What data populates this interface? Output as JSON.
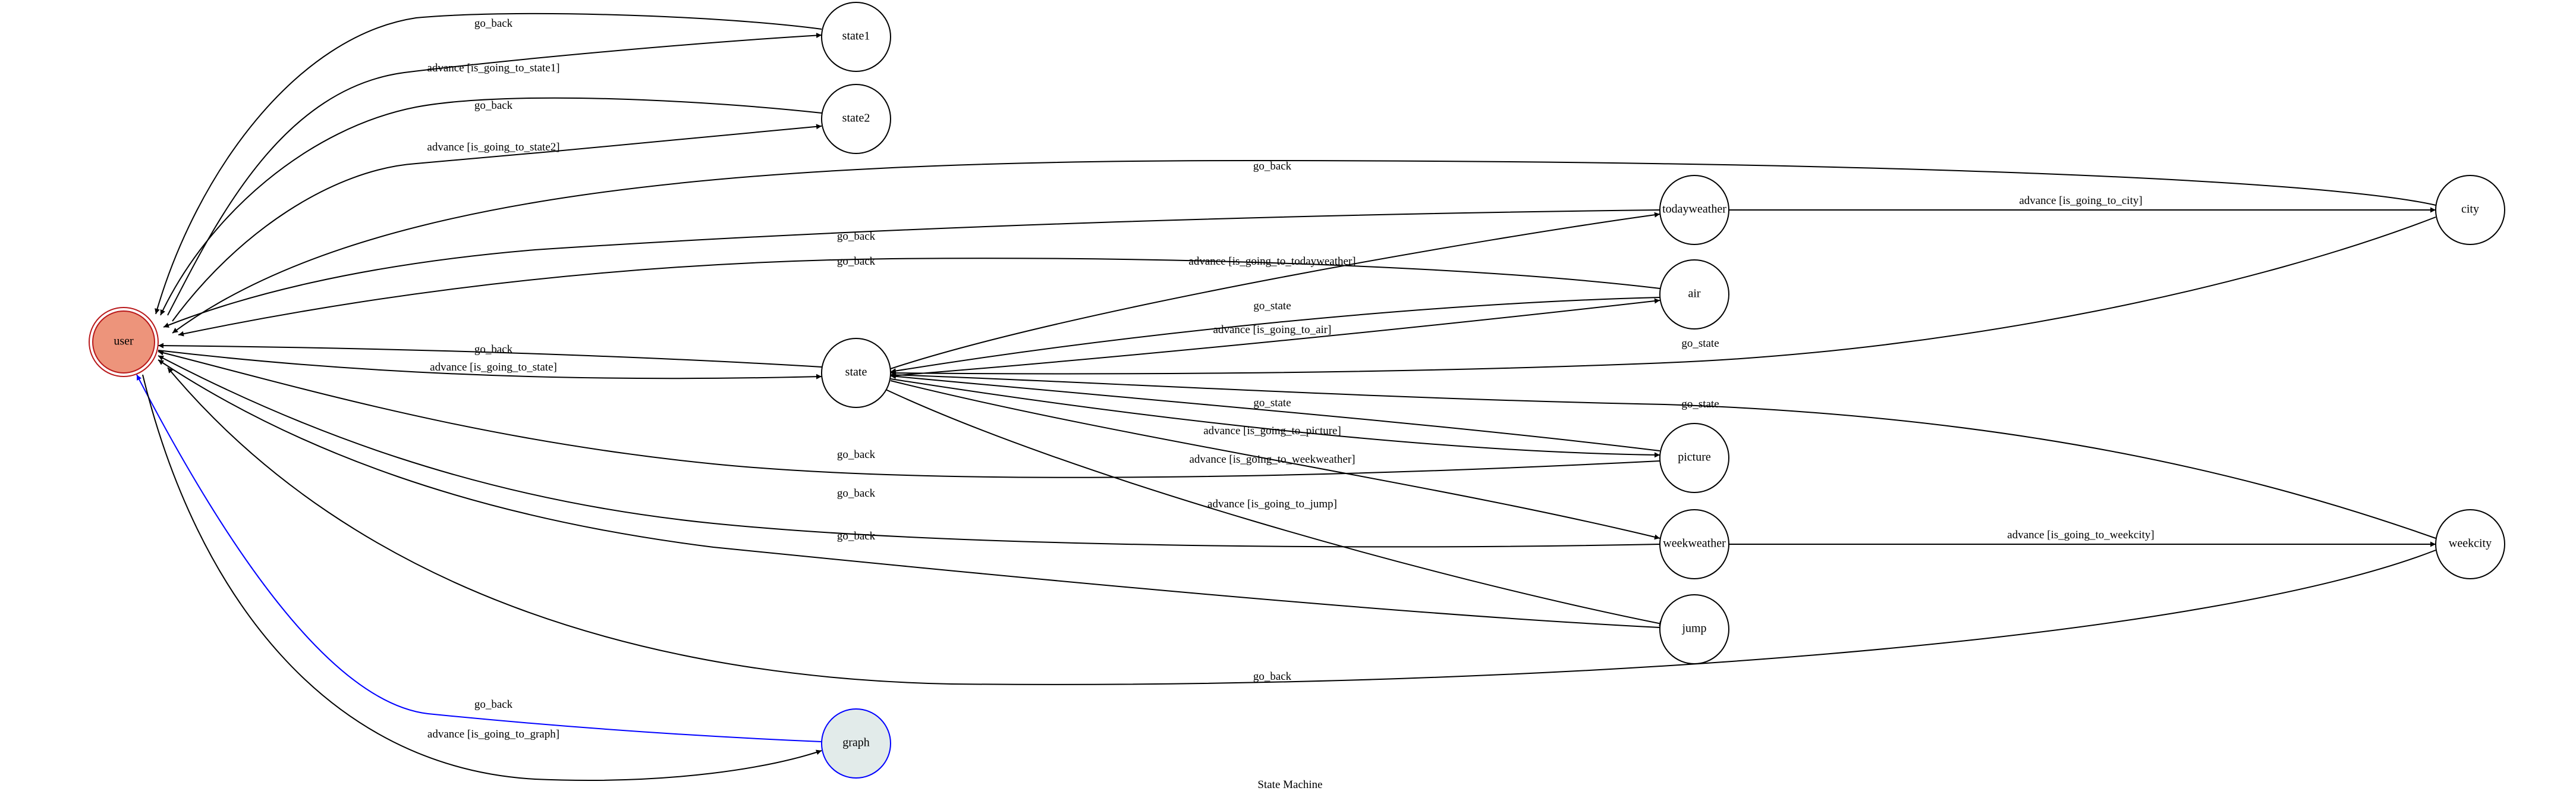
{
  "title": "State Machine",
  "colors": {
    "edge_default": "#000000",
    "edge_highlight": "#0000ff",
    "node_stroke": "#000000",
    "active_fill": "#ed947b",
    "active_stroke": "#b8191b",
    "graph_fill": "#e2ebea",
    "graph_stroke": "#0000ff",
    "background": "#ffffff"
  },
  "nodes": [
    {
      "id": "user",
      "label": "user",
      "style": "active"
    },
    {
      "id": "state1",
      "label": "state1",
      "style": "normal"
    },
    {
      "id": "state2",
      "label": "state2",
      "style": "normal"
    },
    {
      "id": "state",
      "label": "state",
      "style": "normal"
    },
    {
      "id": "graph",
      "label": "graph",
      "style": "graph"
    },
    {
      "id": "todayweather",
      "label": "todayweather",
      "style": "normal"
    },
    {
      "id": "air",
      "label": "air",
      "style": "normal"
    },
    {
      "id": "picture",
      "label": "picture",
      "style": "normal"
    },
    {
      "id": "weekweather",
      "label": "weekweather",
      "style": "normal"
    },
    {
      "id": "jump",
      "label": "jump",
      "style": "normal"
    },
    {
      "id": "city",
      "label": "city",
      "style": "normal"
    },
    {
      "id": "weekcity",
      "label": "weekcity",
      "style": "normal"
    }
  ],
  "edges": [
    {
      "id": "state1-user",
      "from": "state1",
      "to": "user",
      "label": "go_back"
    },
    {
      "id": "user-state1",
      "from": "user",
      "to": "state1",
      "label": "advance [is_going_to_state1]"
    },
    {
      "id": "state2-user",
      "from": "state2",
      "to": "user",
      "label": "go_back"
    },
    {
      "id": "user-state2",
      "from": "user",
      "to": "state2",
      "label": "advance [is_going_to_state2]"
    },
    {
      "id": "city-user",
      "from": "city",
      "to": "user",
      "label": "go_back"
    },
    {
      "id": "todayweather-user",
      "from": "todayweather",
      "to": "user",
      "label": "go_back"
    },
    {
      "id": "air-user",
      "from": "air",
      "to": "user",
      "label": "go_back"
    },
    {
      "id": "state-user",
      "from": "state",
      "to": "user",
      "label": "go_back"
    },
    {
      "id": "user-state",
      "from": "user",
      "to": "state",
      "label": "advance [is_going_to_state]"
    },
    {
      "id": "picture-user",
      "from": "picture",
      "to": "user",
      "label": "go_back"
    },
    {
      "id": "weekweather-user",
      "from": "weekweather",
      "to": "user",
      "label": "go_back"
    },
    {
      "id": "jump-user",
      "from": "jump",
      "to": "user",
      "label": "go_back"
    },
    {
      "id": "weekcity-user",
      "from": "weekcity",
      "to": "user",
      "label": "go_back"
    },
    {
      "id": "graph-user",
      "from": "graph",
      "to": "user",
      "label": "go_back",
      "highlight": true
    },
    {
      "id": "user-graph",
      "from": "user",
      "to": "graph",
      "label": "advance [is_going_to_graph]"
    },
    {
      "id": "state-todayweather",
      "from": "state",
      "to": "todayweather",
      "label": "advance [is_going_to_todayweather]"
    },
    {
      "id": "air-state",
      "from": "air",
      "to": "state",
      "label": "go_state"
    },
    {
      "id": "state-air",
      "from": "state",
      "to": "air",
      "label": "advance [is_going_to_air]"
    },
    {
      "id": "city-state",
      "from": "city",
      "to": "state",
      "label": "go_state"
    },
    {
      "id": "weekcity-state",
      "from": "weekcity",
      "to": "state",
      "label": "go_state"
    },
    {
      "id": "picture-state",
      "from": "picture",
      "to": "state",
      "label": "go_state"
    },
    {
      "id": "state-picture",
      "from": "state",
      "to": "picture",
      "label": "advance [is_going_to_picture]"
    },
    {
      "id": "state-weekweather",
      "from": "state",
      "to": "weekweather",
      "label": "advance [is_going_to_weekweather]"
    },
    {
      "id": "state-jump",
      "from": "state",
      "to": "jump",
      "label": "advance [is_going_to_jump]"
    },
    {
      "id": "todayweather-city",
      "from": "todayweather",
      "to": "city",
      "label": "advance [is_going_to_city]"
    },
    {
      "id": "weekweather-weekcity",
      "from": "weekweather",
      "to": "weekcity",
      "label": "advance [is_going_to_weekcity]"
    }
  ]
}
